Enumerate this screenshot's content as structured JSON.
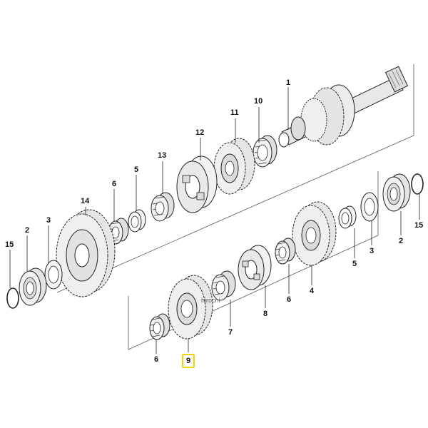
{
  "watermark": "hirochi",
  "highlight_color": "#f2d400",
  "labels": [
    {
      "id": "l1",
      "text": "1"
    },
    {
      "id": "l10",
      "text": "10"
    },
    {
      "id": "l11",
      "text": "11"
    },
    {
      "id": "l12",
      "text": "12"
    },
    {
      "id": "l13",
      "text": "13"
    },
    {
      "id": "l5a",
      "text": "5"
    },
    {
      "id": "l6a",
      "text": "6"
    },
    {
      "id": "l14",
      "text": "14"
    },
    {
      "id": "l3a",
      "text": "3"
    },
    {
      "id": "l2a",
      "text": "2"
    },
    {
      "id": "l15a",
      "text": "15"
    },
    {
      "id": "l2b",
      "text": "2"
    },
    {
      "id": "l15b",
      "text": "15"
    },
    {
      "id": "l3b",
      "text": "3"
    },
    {
      "id": "l5b",
      "text": "5"
    },
    {
      "id": "l4",
      "text": "4"
    },
    {
      "id": "l6b",
      "text": "6"
    },
    {
      "id": "l8",
      "text": "8"
    },
    {
      "id": "l7",
      "text": "7"
    },
    {
      "id": "l6c",
      "text": "6"
    },
    {
      "id": "l9",
      "text": "9"
    }
  ]
}
